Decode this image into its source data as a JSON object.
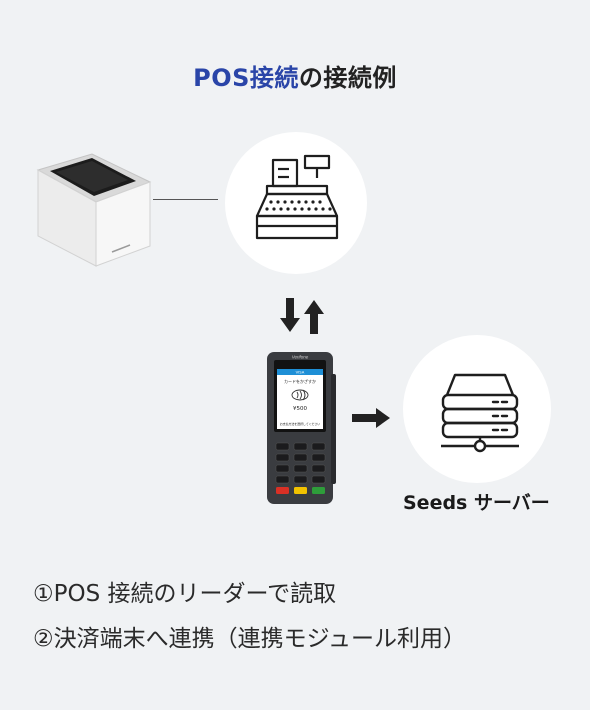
{
  "title": {
    "accent": "POS接続",
    "rest": "の接続例"
  },
  "terminal": {
    "brand": "Verifone",
    "screen_header": "VISA",
    "screen_line1": "カードをかざすか",
    "screen_amount": "¥500",
    "screen_footer": "お支払方法を選択してください"
  },
  "server_label": "Seeds サーバー",
  "notes": [
    "①POS 接続のリーダーで読取",
    "②決済端末へ連携（連携モジュール利用）"
  ],
  "colors": {
    "accent": "#2a45a8",
    "background": "#f0f2f4",
    "circle": "#ffffff",
    "icon": "#1e1e1e"
  }
}
